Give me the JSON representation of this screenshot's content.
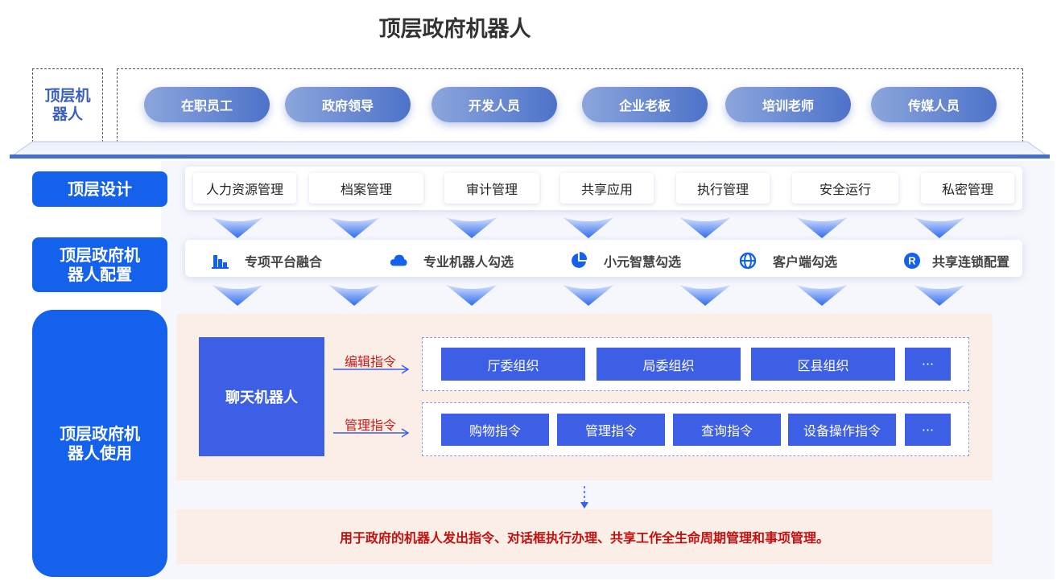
{
  "title": "顶层政府机器人",
  "top_section": {
    "label": "顶层机器人",
    "roles": [
      "在职员工",
      "政府领导",
      "开发人员",
      "企业老板",
      "培训老师",
      "传媒人员"
    ]
  },
  "design": {
    "label": "顶层设计",
    "items": [
      "人力资源管理",
      "档案管理",
      "审计管理",
      "共享应用",
      "执行管理",
      "安全运行",
      "私密管理"
    ]
  },
  "config": {
    "label": "顶层政府机器人配置",
    "items": [
      {
        "label": "专项平台融合",
        "icon": "building-icon"
      },
      {
        "label": "专业机器人勾选",
        "icon": "cloud-icon"
      },
      {
        "label": "小元智慧勾选",
        "icon": "pie-chart-icon"
      },
      {
        "label": "客户端勾选",
        "icon": "globe-icon"
      },
      {
        "label": "共享连锁配置",
        "icon": "registered-icon"
      }
    ]
  },
  "usage": {
    "label": "顶层政府机器人使用",
    "chatbot": "聊天机器人",
    "edit_cmd": "编辑指令",
    "manage_cmd": "管理指令",
    "orgs": [
      "厅委组织",
      "局委组织",
      "区县组织",
      "···"
    ],
    "commands": [
      "购物指令",
      "管理指令",
      "查询指令",
      "设备操作指令",
      "···"
    ],
    "summary": "用于政府的机器人发出指令、对话框执行办理、共享工作全生命周期管理和事项管理。"
  },
  "colors": {
    "primary": "#1462ec",
    "box": "#3d5fe6",
    "accent_red": "#d01818",
    "peach": "#fbeee6"
  }
}
